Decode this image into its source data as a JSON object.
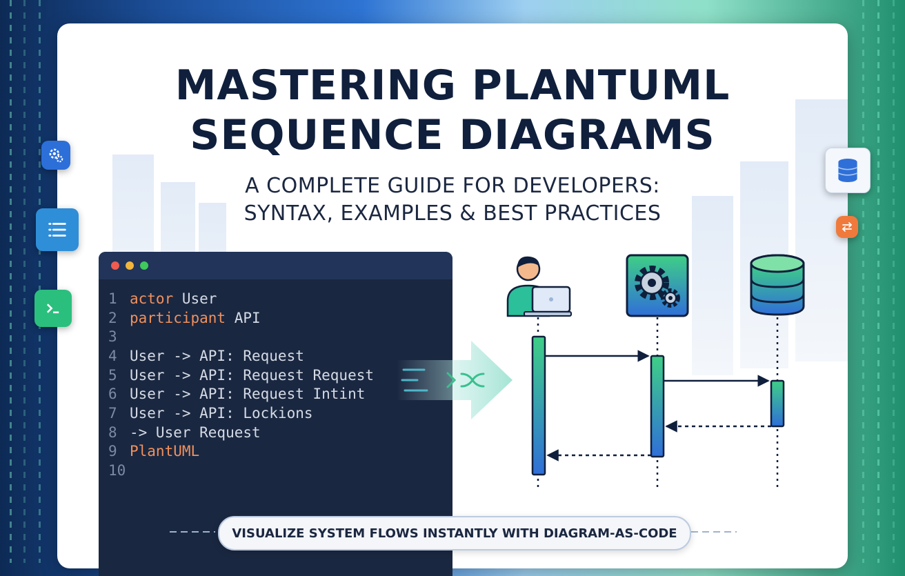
{
  "title": {
    "line1": "MASTERING PLANTUML",
    "line2": "SEQUENCE DIAGRAMS"
  },
  "subtitle": {
    "line1": "A COMPLETE GUIDE FOR DEVELOPERS:",
    "line2": "SYNTAX, EXAMPLES & BEST PRACTICES"
  },
  "editor": {
    "lines": [
      {
        "num": "1",
        "keyword": "actor",
        "text": " User"
      },
      {
        "num": "2",
        "keyword": "participant",
        "text": " API"
      },
      {
        "num": "3",
        "keyword": "",
        "text": ""
      },
      {
        "num": "4",
        "keyword": "",
        "text": "User -> API: Request"
      },
      {
        "num": "5",
        "keyword": "",
        "text": "User -> API: Request Request"
      },
      {
        "num": "6",
        "keyword": "",
        "text": "User -> API: Request Intint"
      },
      {
        "num": "7",
        "keyword": "",
        "text": "User -> API: Lockions"
      },
      {
        "num": "8",
        "keyword": "",
        "text": "-> User Request"
      },
      {
        "num": "9",
        "keyword": "PlantUML",
        "text": ""
      },
      {
        "num": "10",
        "keyword": "",
        "text": ""
      }
    ]
  },
  "diagram": {
    "participants": [
      "user-icon",
      "gear-icon",
      "database-icon"
    ],
    "messages": [
      {
        "from": 0,
        "to": 1,
        "style": "solid"
      },
      {
        "from": 1,
        "to": 2,
        "style": "solid"
      },
      {
        "from": 2,
        "to": 1,
        "style": "dashed"
      },
      {
        "from": 1,
        "to": 0,
        "style": "dashed"
      }
    ]
  },
  "footer": {
    "tagline": "VISUALIZE SYSTEM FLOWS INSTANTLY WITH DIAGRAM-AS-CODE"
  },
  "colors": {
    "title": "#0f1f3c",
    "editor_bg": "#1a2740",
    "keyword": "#f0915e",
    "activation_green": "#3fcf86",
    "activation_blue": "#2f6fd8"
  }
}
